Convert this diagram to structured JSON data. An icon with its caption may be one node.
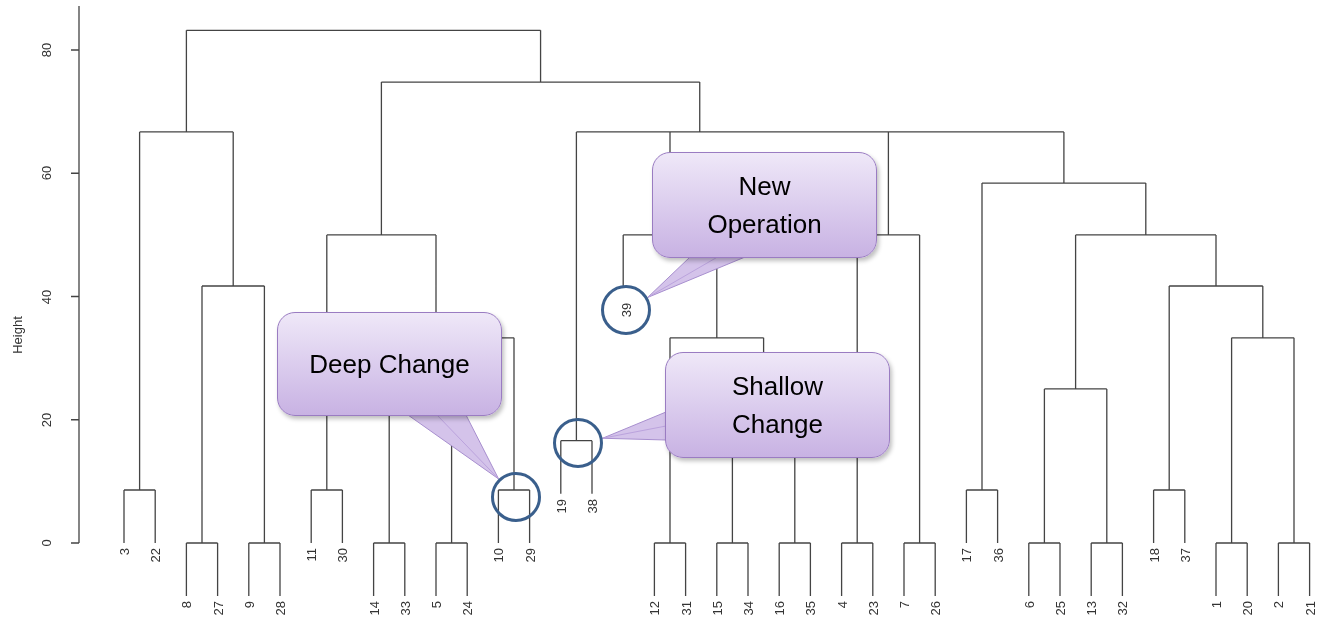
{
  "diagram": {
    "nodes": [
      {
        "text": [
          "New Operation"
        ]
      },
      {
        "text": [
          "39"
        ]
      },
      {
        "text": [
          "Deep Change"
        ]
      },
      {
        "text": [
          "Shallow Change"
        ]
      },
      {
        "text": [],
        "shape": "circle"
      },
      {
        "text": [],
        "shape": "circle"
      }
    ],
    "edges": [
      {
        "from": 0,
        "to": 1,
        "arrow": "none"
      },
      {
        "from": 2,
        "to": 5,
        "arrow": "none"
      },
      {
        "from": 3,
        "to": 4,
        "arrow": "none"
      }
    ],
    "labels": [
      "80",
      "60",
      "40",
      "20",
      "0",
      "Height",
      "3",
      "22",
      "8",
      "27",
      "9",
      "28",
      "11",
      "30",
      "14",
      "33",
      "5",
      "24",
      "10",
      "29",
      "19",
      "38",
      "12",
      "31",
      "15",
      "34",
      "16",
      "35",
      "4",
      "23",
      "7",
      "26",
      "17",
      "36",
      "6",
      "25",
      "13",
      "32",
      "18",
      "37",
      "1",
      "20",
      "2",
      "21"
    ]
  }
}
